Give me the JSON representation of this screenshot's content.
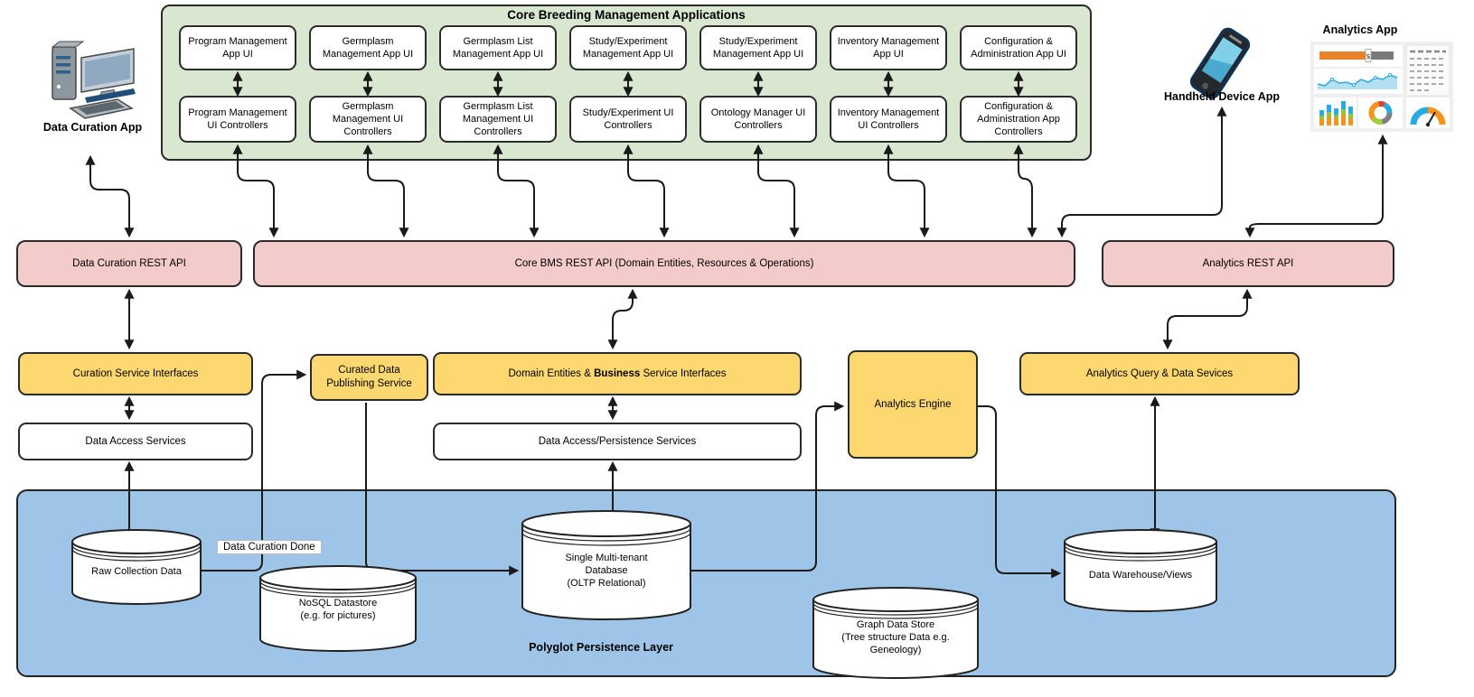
{
  "core_apps": {
    "title": "Core Breeding Management Applications",
    "columns": [
      {
        "app_ui": "Program Management App UI",
        "controller": "Program Management UI Controllers"
      },
      {
        "app_ui": "Germplasm Management App UI",
        "controller": "Germplasm Management UI Controllers"
      },
      {
        "app_ui": "Germplasm List Management App UI",
        "controller": "Germplasm List Management UI Controllers"
      },
      {
        "app_ui": "Study/Experiment Management App UI",
        "controller": "Study/Experiment UI Controllers"
      },
      {
        "app_ui": "Study/Experiment Management App UI",
        "controller": "Ontology Manager UI Controllers"
      },
      {
        "app_ui": "Inventory Management App UI",
        "controller": "Inventory Management UI Controllers"
      },
      {
        "app_ui": "Configuration & Administration App UI",
        "controller": "Configuration & Administration App Controllers"
      }
    ]
  },
  "apps": {
    "data_curation": "Data Curation App",
    "handheld": "Handheld Device App",
    "analytics": "Analytics App"
  },
  "rest_apis": {
    "curation": "Data Curation REST API",
    "core": "Core BMS REST API (Domain Entities, Resources & Operations)",
    "analytics": "Analytics REST API"
  },
  "services": {
    "curation_interfaces": "Curation Service Interfaces",
    "publishing": "Curated Data Publishing Service",
    "domain": {
      "pre": "Domain Entities & ",
      "bold": "Business",
      "post": " Service Interfaces"
    },
    "analytics_engine": "Analytics Engine",
    "analytics_query": "Analytics Query & Data Sevices",
    "data_access": "Data Access Services",
    "persistence_services": "Data Access/Persistence Services"
  },
  "persistence": {
    "label": "Polyglot Persistence Layer",
    "curation_done": "Data Curation Done",
    "stores": {
      "raw": {
        "lines": [
          "Raw Collection Data"
        ]
      },
      "nosql": {
        "lines": [
          "NoSQL Datastore",
          "(e.g. for pictures)"
        ]
      },
      "oltp": {
        "lines": [
          "Single Multi-tenant",
          "Database",
          "(OLTP Relational)"
        ]
      },
      "graph": {
        "lines": [
          "Graph Data Store",
          "(Tree structure Data e.g.",
          "Geneology)"
        ]
      },
      "warehouse": {
        "lines": [
          "Data Warehouse/Views"
        ]
      }
    }
  },
  "colors": {
    "green_container": "#d9e7d0",
    "rest_api_pink": "#f3cbcb",
    "service_yellow": "#fdd871",
    "persistence_blue": "#9ec5e8",
    "line": "#1a1a1a"
  }
}
